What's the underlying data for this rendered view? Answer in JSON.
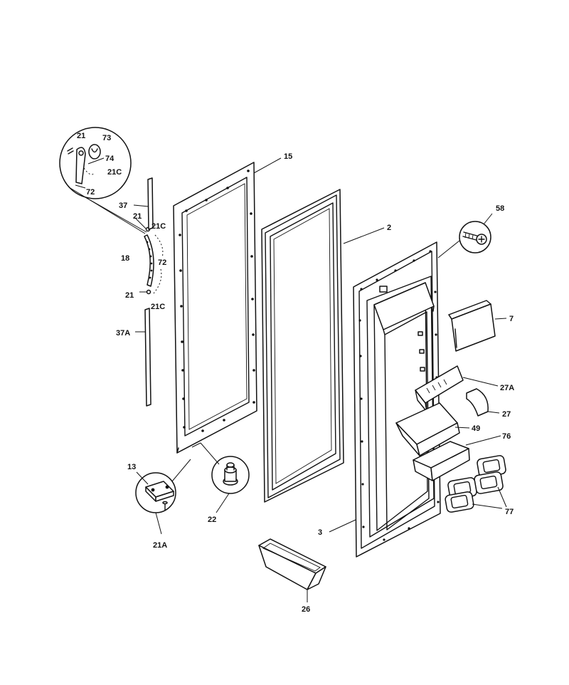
{
  "diagram": {
    "labels": {
      "l15": "15",
      "l2": "2",
      "l58": "58",
      "l7": "7",
      "l27A": "27A",
      "l27": "27",
      "l49": "49",
      "l76": "76",
      "l77": "77",
      "l3": "3",
      "l26": "26",
      "l22": "22",
      "l13": "13",
      "l21A": "21A",
      "l18": "18",
      "l37": "37",
      "l37A": "37A",
      "l21a": "21",
      "l21b": "21",
      "l21c_top": "21C",
      "l21c_bot": "21C",
      "l72": "72",
      "d21": "21",
      "d73": "73",
      "d74": "74",
      "d21C": "21C",
      "d72": "72"
    }
  }
}
